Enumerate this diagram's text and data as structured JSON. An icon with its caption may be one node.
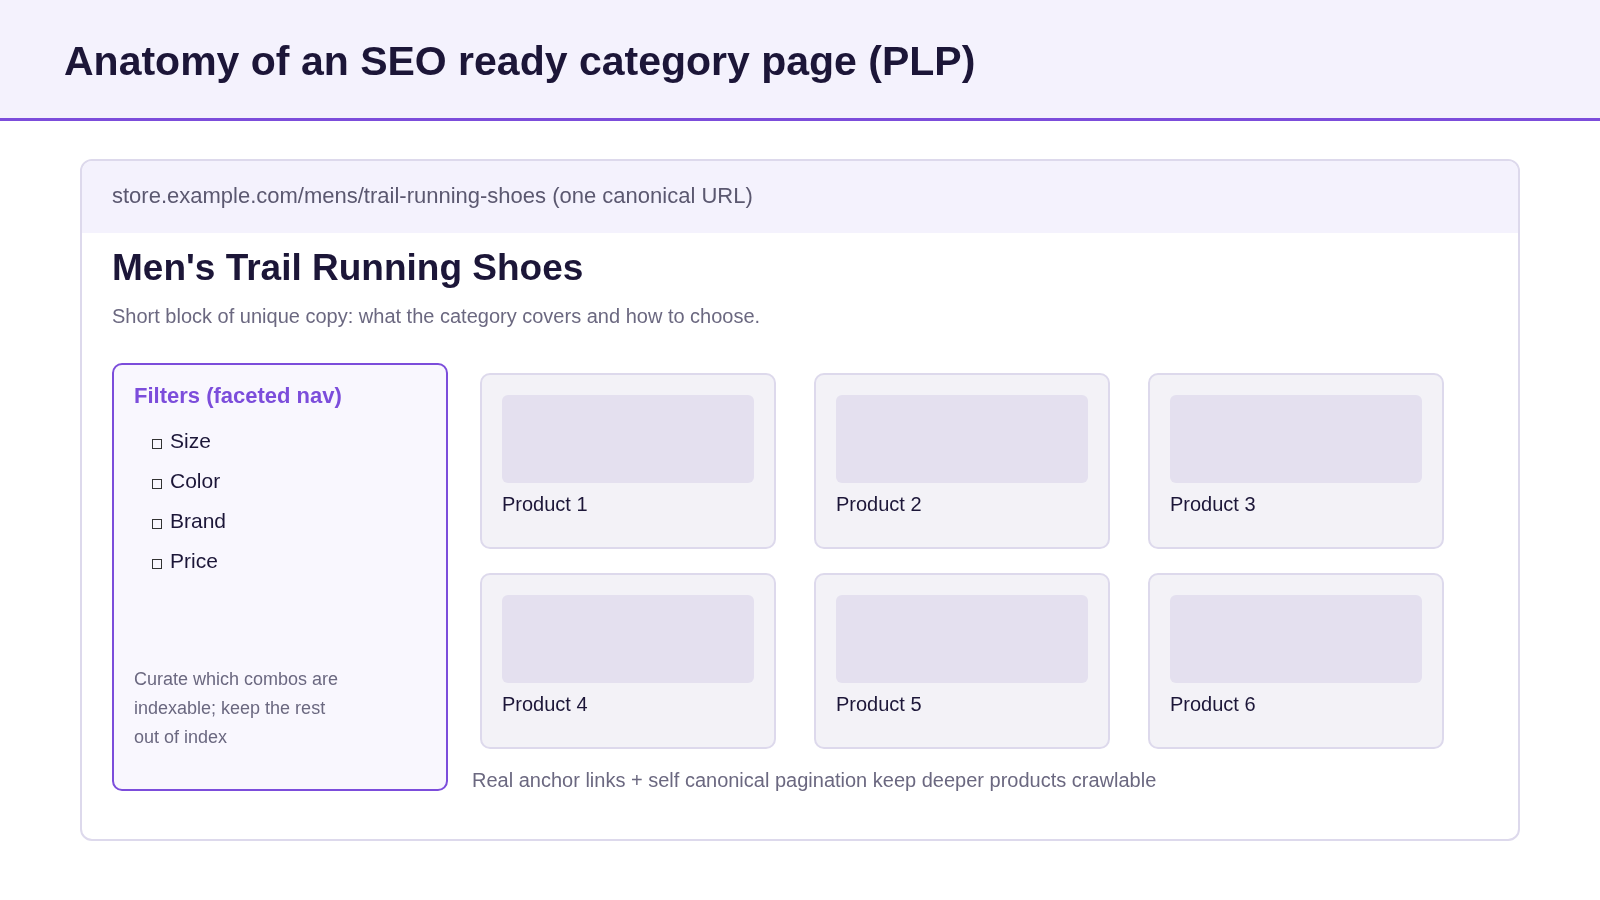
{
  "diagram": {
    "title": "Anatomy of an SEO ready category page (PLP)",
    "nodes": [
      {
        "text": [
          "Men's Trail Running Shoes",
          "Short block of unique copy: what the category covers and how to choose.",
          "Real anchor links + self canonical pagination keep deeper products crawlable"
        ]
      },
      {
        "text": [
          "store.example.com/mens/trail-running-shoes (one canonical URL)"
        ],
        "in": 0
      },
      {
        "text": [
          "Filters (faceted nav)",
          "Size",
          "Color",
          "Brand",
          "Price",
          "Curate which combos are indexable; keep the rest out of index"
        ],
        "in": 0
      },
      {
        "text": [
          "Product 1"
        ],
        "in": 0
      },
      {
        "text": [
          "Product 2"
        ],
        "in": 0
      },
      {
        "text": [
          "Product 3"
        ],
        "in": 0
      },
      {
        "text": [
          "Product 4"
        ],
        "in": 0
      },
      {
        "text": [
          "Product 5"
        ],
        "in": 0
      },
      {
        "text": [
          "Product 6"
        ],
        "in": 0
      }
    ]
  }
}
